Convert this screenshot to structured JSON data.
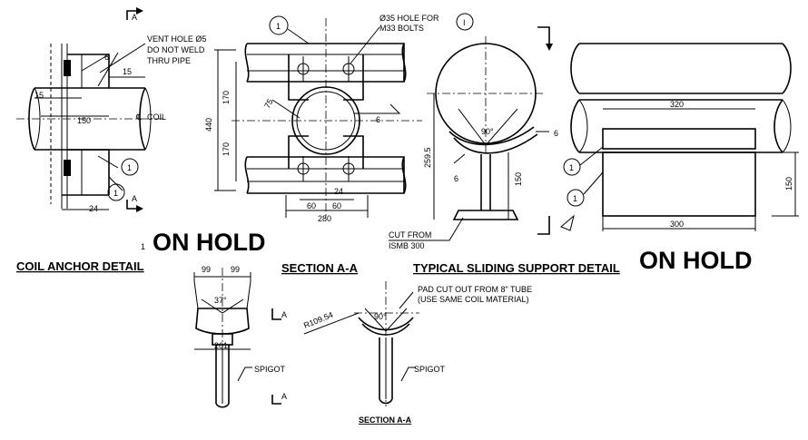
{
  "notes": {
    "vent_hole_1": "VENT HOLE Ø5",
    "vent_hole_2": "DO NOT WELD",
    "vent_hole_3": "THRU PIPE",
    "bolt_hole_1": "Ø35 HOLE FOR",
    "bolt_hole_2": "M33 BOLTS",
    "coil": "COIL",
    "cut_from_1": "CUT FROM",
    "cut_from_2": "ISMB 300",
    "pad_1": "PAD CUT OUT FROM 8\" TUBE",
    "pad_2": "(USE  SAME COIL MATERIAL)",
    "spigot": "SPIGOT"
  },
  "titles": {
    "coil_anchor": "COIL ANCHOR DETAIL",
    "section_aa": "SECTION A-A",
    "sliding_support": "TYPICAL SLIDING SUPPORT DETAIL",
    "section_aa_small": "SECTION A-A",
    "on_hold_1": "ON HOLD",
    "on_hold_2": "ON HOLD",
    "sheet_no": "1"
  },
  "dimensions": {
    "d6_a": "6",
    "d15_a": "15",
    "d15_b": "15",
    "d150_a": "150",
    "d24_a": "24",
    "d170_a": "170",
    "d170_b": "170",
    "d440": "440",
    "d75": "75",
    "d6_b": "6",
    "d24_b": "24",
    "d60_a": "60",
    "d60_b": "60",
    "d280": "280",
    "d90_a": "90°",
    "d6_c": "6",
    "d6_d": "6",
    "d259": "259.5",
    "d150_b": "150",
    "d320": "320",
    "d300": "300",
    "d150_c": "150",
    "d99_a": "99",
    "d99_b": "99",
    "d37": "37°",
    "d201": "201",
    "r109": "R109.54",
    "d90_b": "90°"
  },
  "markers": {
    "balloon": "1",
    "balloon_i": "I",
    "section": "A"
  }
}
